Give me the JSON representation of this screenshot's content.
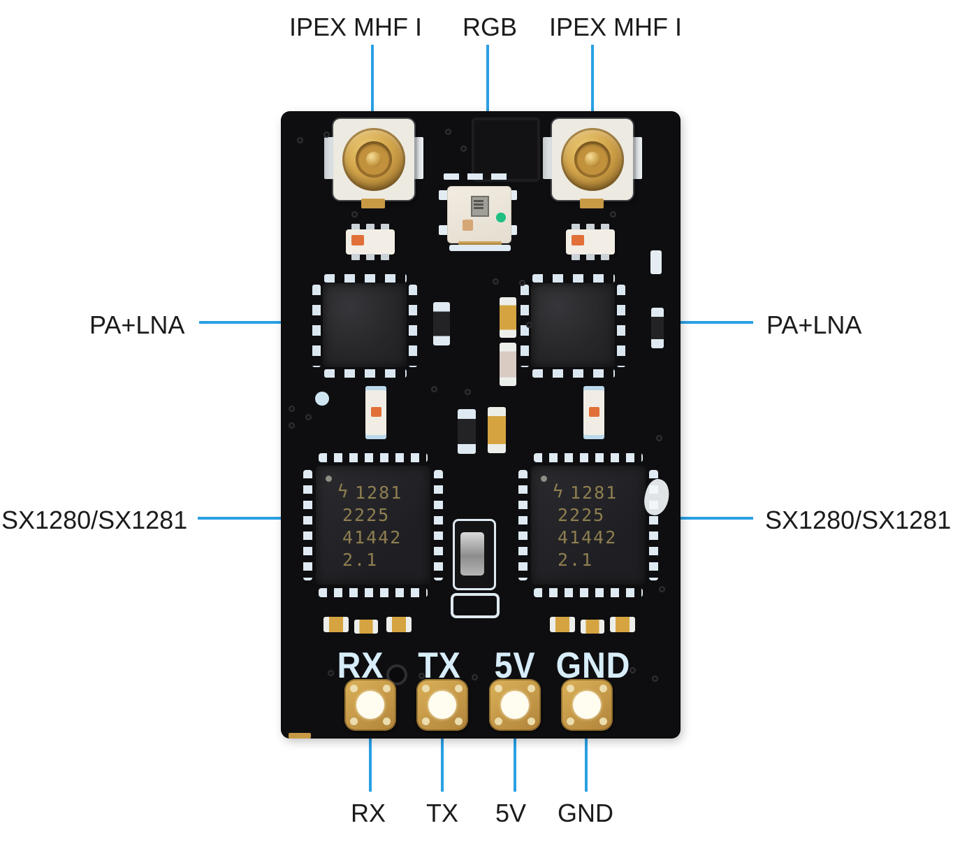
{
  "colors": {
    "callout_line": "#2aa0e4",
    "label_text": "#1b1b1b",
    "board_bg": "#0e0e10",
    "gold": "#c89a45",
    "silkscreen": "#d7edf9",
    "green_dot": "#1fbf84",
    "orange_dot": "#e07038",
    "chip_marking": "#8f7f50"
  },
  "callouts": {
    "top": [
      "IPEX MHF I",
      "RGB",
      "IPEX MHF I"
    ],
    "left": [
      "PA+LNA",
      "SX1280/SX1281"
    ],
    "right": [
      "PA+LNA",
      "SX1280/SX1281"
    ],
    "bottom": [
      "RX",
      "TX",
      "5V",
      "GND"
    ]
  },
  "board": {
    "silkscreen_labels": [
      "RX",
      "TX",
      "5V",
      "GND"
    ],
    "sx_chip": {
      "logo_glyph": "ϟ",
      "marking_lines": [
        "1281",
        "2225",
        "41442",
        "2.1"
      ]
    }
  }
}
